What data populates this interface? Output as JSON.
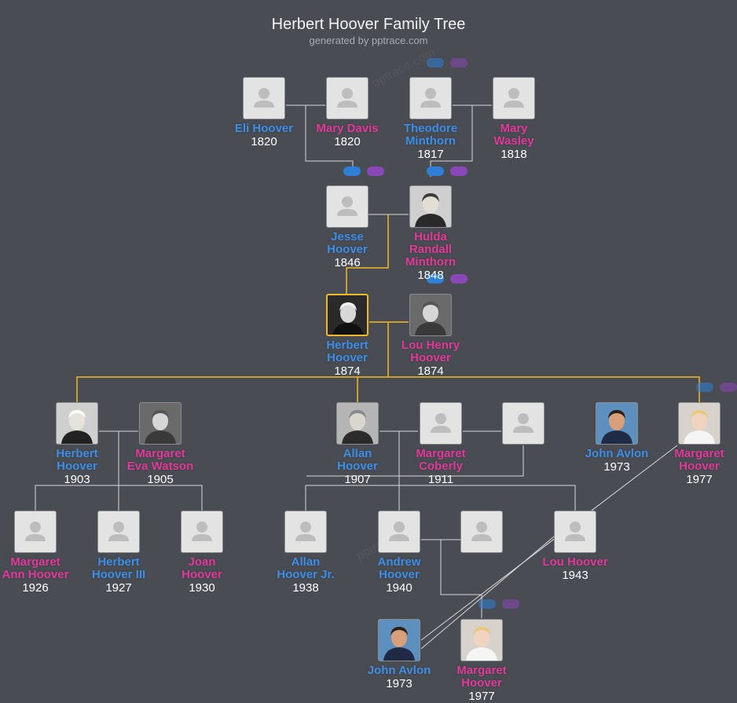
{
  "title": "Herbert Hoover Family Tree",
  "subtitle": "generated by pptrace.com",
  "watermark": "pptrace.com",
  "colors": {
    "background": "#494c52",
    "male": "#3d8ee6",
    "female": "#e0399a",
    "line": "#d9d9d9",
    "highlight": "#f0b92a"
  },
  "people": [
    {
      "id": "eli",
      "name": [
        "Eli Hoover"
      ],
      "year": "1820",
      "sex": "m",
      "photo": "placeholder"
    },
    {
      "id": "mary_davis",
      "name": [
        "Mary Davis"
      ],
      "year": "1820",
      "sex": "f",
      "photo": "placeholder"
    },
    {
      "id": "theodore",
      "name": [
        "Theodore",
        "Minthorn"
      ],
      "year": "1817",
      "sex": "m",
      "photo": "placeholder"
    },
    {
      "id": "mary_wasley",
      "name": [
        "Mary",
        "Wasley"
      ],
      "year": "1818",
      "sex": "f",
      "photo": "placeholder"
    },
    {
      "id": "jesse",
      "name": [
        "Jesse",
        "Hoover"
      ],
      "year": "1846",
      "sex": "m",
      "photo": "placeholder"
    },
    {
      "id": "hulda",
      "name": [
        "Hulda",
        "Randall",
        "Minthorn"
      ],
      "year": "1848",
      "sex": "f",
      "photo": "portrait-woman-old"
    },
    {
      "id": "herbert",
      "name": [
        "Herbert",
        "Hoover"
      ],
      "year": "1874",
      "sex": "m",
      "photo": "portrait-man-bw",
      "selected": true
    },
    {
      "id": "lou",
      "name": [
        "Lou Henry",
        "Hoover"
      ],
      "year": "1874",
      "sex": "f",
      "photo": "portrait-woman-bw"
    },
    {
      "id": "herbert_jr",
      "name": [
        "Herbert",
        "Hoover"
      ],
      "year": "1903",
      "sex": "m",
      "photo": "portrait-man-suit"
    },
    {
      "id": "margaret_eva",
      "name": [
        "Margaret",
        "Eva Watson"
      ],
      "year": "1905",
      "sex": "f",
      "photo": "portrait-woman-bw"
    },
    {
      "id": "allan",
      "name": [
        "Allan",
        "Hoover"
      ],
      "year": "1907",
      "sex": "m",
      "photo": "portrait-man-hat"
    },
    {
      "id": "margaret_coberly",
      "name": [
        "Margaret",
        "Coberly"
      ],
      "year": "1911",
      "sex": "f",
      "photo": "placeholder"
    },
    {
      "id": "allan_spouse2",
      "name": [],
      "year": "",
      "sex": "u",
      "photo": "placeholder"
    },
    {
      "id": "john_avlon_top",
      "name": [
        "John Avlon"
      ],
      "year": "1973",
      "sex": "m",
      "photo": "portrait-man-color"
    },
    {
      "id": "margaret_hoover_top",
      "name": [
        "Margaret",
        "Hoover"
      ],
      "year": "1977",
      "sex": "f",
      "photo": "portrait-woman-color"
    },
    {
      "id": "margaret_ann",
      "name": [
        "Margaret",
        "Ann Hoover"
      ],
      "year": "1926",
      "sex": "f",
      "photo": "placeholder"
    },
    {
      "id": "herbert_iii",
      "name": [
        "Herbert",
        "Hoover III"
      ],
      "year": "1927",
      "sex": "m",
      "photo": "placeholder"
    },
    {
      "id": "joan",
      "name": [
        "Joan",
        "Hoover"
      ],
      "year": "1930",
      "sex": "f",
      "photo": "placeholder"
    },
    {
      "id": "allan_jr",
      "name": [
        "Allan",
        "Hoover Jr."
      ],
      "year": "1938",
      "sex": "m",
      "photo": "placeholder"
    },
    {
      "id": "andrew",
      "name": [
        "Andrew",
        "Hoover"
      ],
      "year": "1940",
      "sex": "m",
      "photo": "placeholder"
    },
    {
      "id": "andrew_spouse",
      "name": [],
      "year": "",
      "sex": "u",
      "photo": "placeholder"
    },
    {
      "id": "lou_hoover",
      "name": [
        "Lou Hoover"
      ],
      "year": "1943",
      "sex": "f",
      "photo": "placeholder"
    },
    {
      "id": "john_avlon",
      "name": [
        "John Avlon"
      ],
      "year": "1973",
      "sex": "m",
      "photo": "portrait-man-color"
    },
    {
      "id": "margaret_hoover",
      "name": [
        "Margaret",
        "Hoover"
      ],
      "year": "1977",
      "sex": "f",
      "photo": "portrait-woman-color"
    }
  ]
}
